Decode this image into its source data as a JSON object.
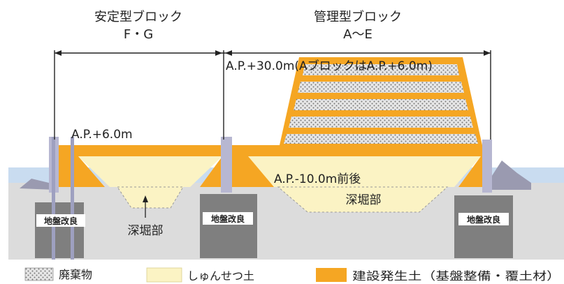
{
  "headings": {
    "stable": {
      "title": "安定型ブロック",
      "sub": "F・G"
    },
    "managed": {
      "title": "管理型ブロック",
      "sub": "A～E"
    }
  },
  "elevations": {
    "managed_top": "A.P.+30.0m(AブロックはA.P.+6.0m)",
    "stable_top": "A.P.+6.0m",
    "bottom": "A.P.-10.0m前後"
  },
  "labels": {
    "deep_left": "深堀部",
    "deep_center": "深堀部",
    "ground_left": "地盤改良",
    "ground_center": "地盤改良",
    "ground_right": "地盤改良"
  },
  "legend": [
    {
      "label": "廃棄物",
      "swatch": "hatch"
    },
    {
      "label": "しゅんせつ土",
      "swatch": "#fbf3c4"
    },
    {
      "label": "建設発生土（基盤整備・覆土材）",
      "swatch": "#f5a623"
    }
  ],
  "colors": {
    "sea": "#c9dcf0",
    "ground": "#dcdcdc",
    "improvement": "#7f7f7f",
    "dredged": "#fbf3c4",
    "construction_soil": "#f5a623",
    "waste": "#d8d8d8",
    "wall": "#b7b7d1"
  }
}
